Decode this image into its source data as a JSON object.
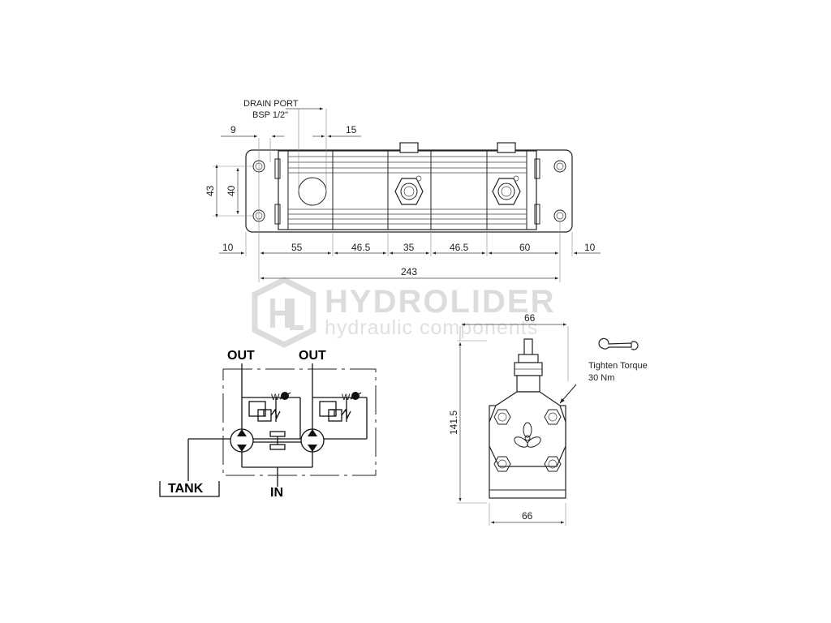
{
  "watermark": {
    "brand": "HYDROLIDER",
    "tagline": "hydraulic components",
    "colors": {
      "text": "#dcdcdc"
    },
    "logo_icon": "hl-hexagon-logo-icon"
  },
  "top_view": {
    "drain_port_label": "DRAIN PORT",
    "drain_port_thread": "BSP 1/2\"",
    "dims": {
      "hole_offset": "9",
      "drain_width": "15",
      "height_outer": "43",
      "height_inner": "40",
      "segments": [
        "10",
        "55",
        "46.5",
        "35",
        "46.5",
        "60",
        "10"
      ],
      "overall_length": "243"
    }
  },
  "side_view": {
    "width_top": "66",
    "width_bottom": "66",
    "height": "141.5",
    "torque_label": "Tighten Torque",
    "torque_value": "30 Nm",
    "wrench_icon": "wrench-icon"
  },
  "schematic": {
    "out_left": "OUT",
    "out_right": "OUT",
    "tank": "TANK",
    "in": "IN"
  }
}
